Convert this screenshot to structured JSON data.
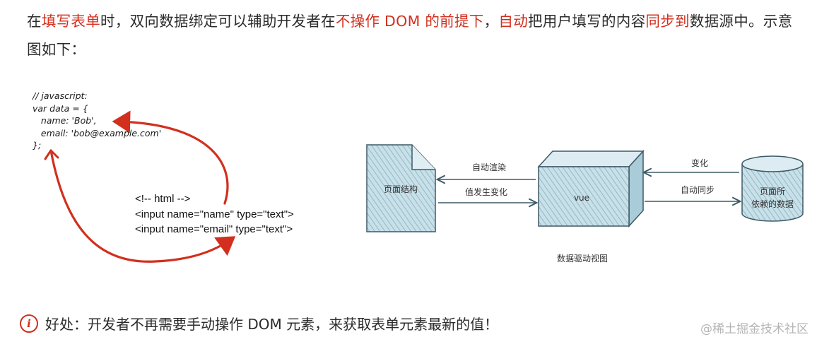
{
  "intro": {
    "t1": "在",
    "h1": "填写表单",
    "t2": "时，双向数据绑定可以辅助开发者在",
    "h2": "不操作 DOM 的前提下",
    "t3": "，",
    "h3": "自动",
    "t4": "把用户填写的内容",
    "h4": "同步到",
    "t5": "数据源中。示意图如下："
  },
  "js_code": [
    "// javascript:",
    "var data = {",
    "   name: 'Bob',",
    "   email: 'bob@example.com'",
    "};"
  ],
  "html_code": [
    "<!-- html -->",
    "<input name=\"name\" type=\"text\">",
    "<input name=\"email\" type=\"text\">"
  ],
  "diagram": {
    "page_box": "页面结构",
    "vue_box": "vue",
    "data_box_line1": "页面所",
    "data_box_line2": "依赖的数据",
    "arrow_render": "自动渲染",
    "arrow_value_change": "值发生变化",
    "arrow_change": "变化",
    "arrow_sync": "自动同步",
    "caption": "数据驱动视图"
  },
  "tip": {
    "icon": "i",
    "text": "好处：开发者不再需要手动操作 DOM 元素，来获取表单元素最新的值！"
  },
  "watermark": "@稀土掘金技术社区",
  "colors": {
    "highlight": "#d22f1e",
    "sketch_fill": "#b8d5e0",
    "sketch_stroke": "#3d5a66"
  }
}
